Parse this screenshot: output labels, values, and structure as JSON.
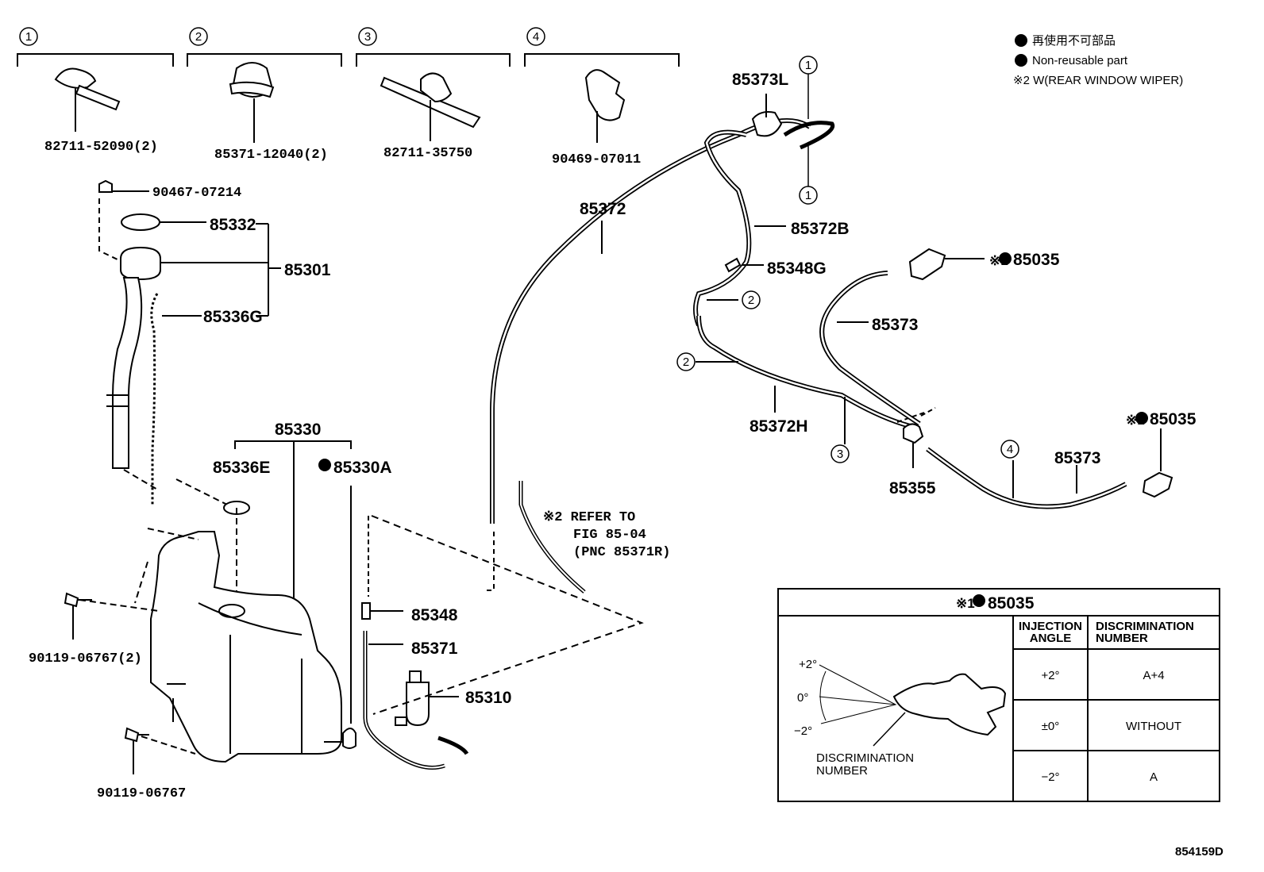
{
  "legend": {
    "jp_line": "再使用不可部品",
    "en_line": "Non-reusable part",
    "note_line": "※2 W(REAR WINDOW WIPER)"
  },
  "clip_groups": [
    {
      "num": "1",
      "part": "82711-52090(2)"
    },
    {
      "num": "2",
      "part": "85371-12040(2)"
    },
    {
      "num": "3",
      "part": "82711-35750"
    },
    {
      "num": "4",
      "part": "90469-07011"
    }
  ],
  "labels": {
    "p90467": "90467-07214",
    "p85332": "85332",
    "p85301": "85301",
    "p85336G": "85336G",
    "p85330": "85330",
    "p85336E": "85336E",
    "p85330A": "85330A",
    "p90119a": "90119-06767(2)",
    "p90119b": "90119-06767",
    "p85348": "85348",
    "p85371": "85371",
    "p85310": "85310",
    "p85372": "85372",
    "p85373L": "85373L",
    "p85372B": "85372B",
    "p85348G": "85348G",
    "p85035a": "85035",
    "p85373a": "85373",
    "p85372H": "85372H",
    "p85355": "85355",
    "p85035b": "85035",
    "p85373b": "85373",
    "refer1": "※2 REFER TO",
    "refer2": "FIG 85-04",
    "refer3": "(PNC 85371R)",
    "mark1": "※1",
    "diagram_id": "854159D"
  },
  "callouts": {
    "c1a": "1",
    "c1b": "1",
    "c2a": "2",
    "c2b": "2",
    "c3": "3",
    "c4": "4"
  },
  "table": {
    "title_mark": "※1",
    "title_part": "85035",
    "col1": [
      "INJECTION",
      "ANGLE"
    ],
    "col2": [
      "DISCRIMINATION",
      "NUMBER"
    ],
    "rows": [
      {
        "angle": "+2°",
        "number": "A+4"
      },
      {
        "angle": "±0°",
        "number": "WITHOUT"
      },
      {
        "angle": "−2°",
        "number": "A"
      }
    ],
    "angle_labels": {
      "plus": "+2°",
      "zero": "0°",
      "minus": "−2°"
    },
    "disc_label": [
      "DISCRIMINATION",
      "NUMBER"
    ]
  }
}
